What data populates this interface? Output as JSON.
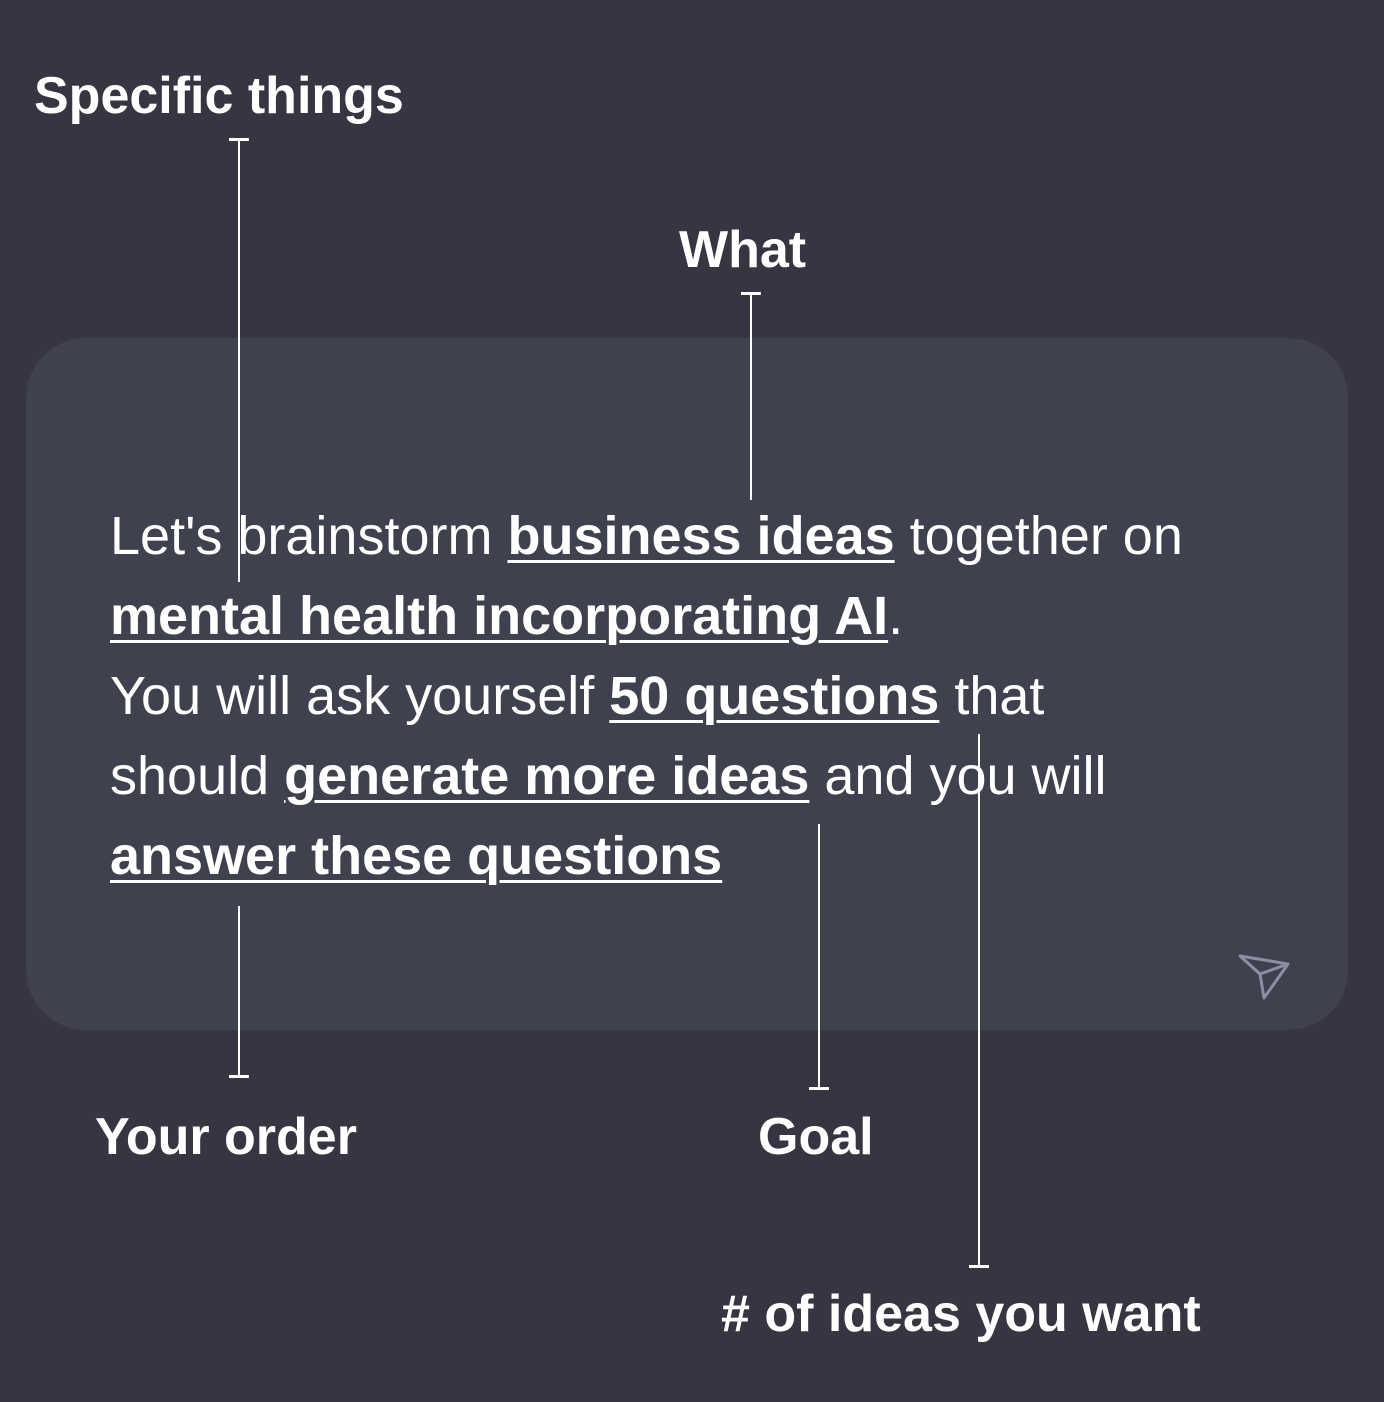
{
  "labels": {
    "specific_things": "Specific things",
    "what": "What",
    "your_order": "Your order",
    "goal": "Goal",
    "num_ideas": "# of ideas you want"
  },
  "prompt": {
    "line1": {
      "t1": "Let's brainstorm ",
      "h1": "business ideas",
      "t2": " together on"
    },
    "line2": {
      "h1": "mental health incorporating AI",
      "t1": "."
    },
    "line3": {
      "t1": "You will ask yourself ",
      "h1": "50 questions",
      "t2": " that"
    },
    "line4": {
      "t1": "should ",
      "h1": "generate more ideas",
      "t2": " and you will"
    },
    "line5": {
      "h1": "answer these questions"
    }
  },
  "icons": {
    "send": "send-icon"
  },
  "colors": {
    "background": "#363541",
    "input_box": "#40414e",
    "text": "#ffffff",
    "icon": "#8e8ea0"
  }
}
